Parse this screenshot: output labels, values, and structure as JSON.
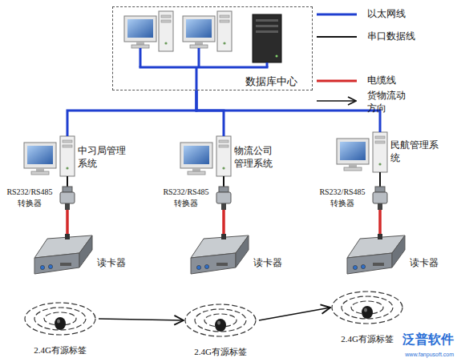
{
  "diagram": {
    "nodes": [
      {
        "text": [
          "数据库中心"
        ]
      },
      {
        "text": [
          "中习局管理 系统"
        ]
      },
      {
        "text": [
          "物流公司 管理系统"
        ]
      },
      {
        "text": [
          "民航管理系 统"
        ]
      },
      {
        "text": [
          "RS232/RS485 转换器"
        ]
      },
      {
        "text": [
          "RS232/RS485 转换器"
        ]
      },
      {
        "text": [
          "RS232/RS485 转换器"
        ]
      },
      {
        "text": [
          "读卡器"
        ]
      },
      {
        "text": [
          "读卡器"
        ]
      },
      {
        "text": [
          "读卡器"
        ]
      },
      {
        "text": [
          "2.4G有源标签"
        ]
      },
      {
        "text": [
          "2.4G有源标签"
        ]
      },
      {
        "text": [
          "2.4G有源标签"
        ]
      }
    ],
    "edges": [
      {
        "from": 0,
        "to": 1,
        "arrow": "none"
      },
      {
        "from": 0,
        "to": 2,
        "arrow": "none"
      },
      {
        "from": 0,
        "to": 3,
        "arrow": "none"
      },
      {
        "from": 1,
        "to": 4,
        "arrow": "none"
      },
      {
        "from": 2,
        "to": 5,
        "arrow": "none"
      },
      {
        "from": 3,
        "to": 6,
        "arrow": "none"
      },
      {
        "from": 4,
        "to": 7,
        "arrow": "none"
      },
      {
        "from": 5,
        "to": 8,
        "arrow": "none"
      },
      {
        "from": 6,
        "to": 9,
        "arrow": "none"
      },
      {
        "from": 10,
        "to": 11,
        "arrow": "to"
      },
      {
        "from": 11,
        "to": 12,
        "arrow": "to"
      }
    ],
    "labels": [
      "泛普软件",
      "www.fanpusoft.com"
    ],
    "legend": [
      {
        "text": "以太网线"
      },
      {
        "text": "串口数据线"
      },
      {
        "text": "电缆线"
      },
      {
        "text": "货物流动 方向"
      }
    ]
  }
}
